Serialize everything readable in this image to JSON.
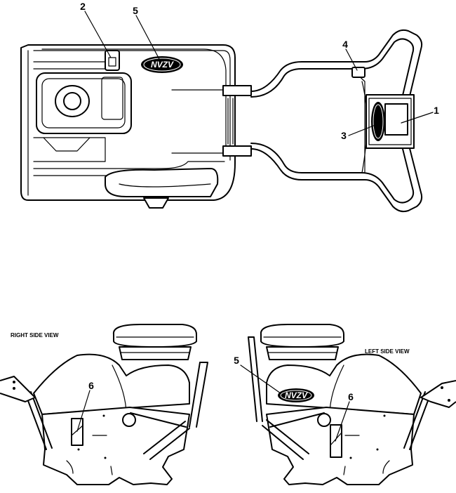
{
  "callouts": {
    "c1": "1",
    "c2": "2",
    "c3": "3",
    "c4": "4",
    "c5_top": "5",
    "c5_left": "5",
    "c6_right": "6",
    "c6_left": "6"
  },
  "views": {
    "right": "RIGHT SIDE VIEW",
    "left": "LEFT SIDE VIEW"
  },
  "logo": {
    "text": "NVZV"
  }
}
